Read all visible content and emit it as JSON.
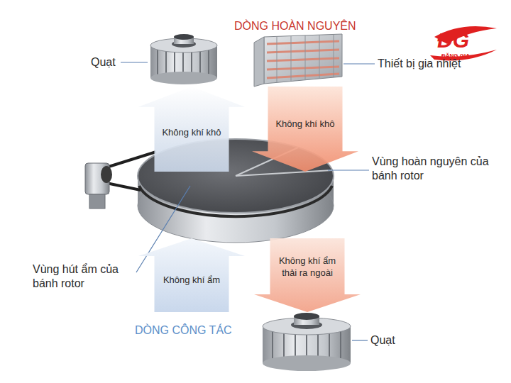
{
  "diagram": {
    "nodes": [
      {
        "text": [
          "Không khí khô"
        ]
      },
      {
        "text": [
          "Không khí khô"
        ]
      },
      {
        "text": [
          "Không khí ẩm"
        ]
      },
      {
        "text": [
          "Không khí ẩm thải ra ngoài"
        ]
      }
    ],
    "labels": [
      "DÒNG HOÀN NGUYÊN",
      "ĐG",
      "ĐĂNG GIA",
      "Quạt",
      "Thiết bị gia nhiệt",
      "Vùng hoàn nguyên của bánh rotor",
      "Vùng hút ẩm của bánh rotor",
      "DÒNG CÔNG TÁC",
      "Quạt"
    ]
  }
}
